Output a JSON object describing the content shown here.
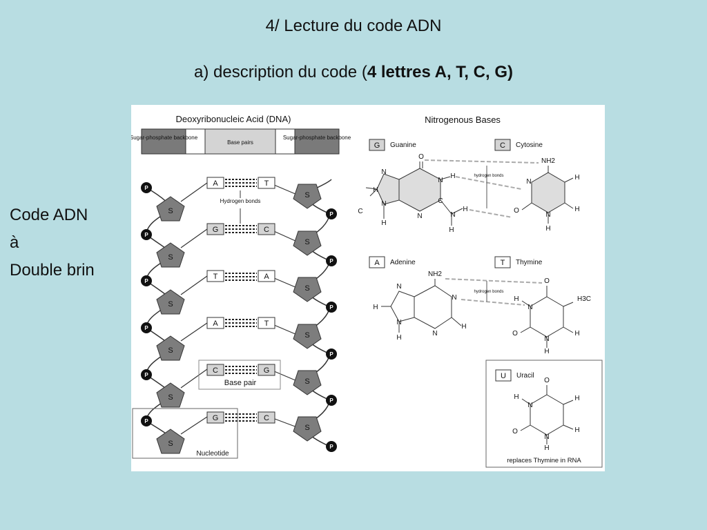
{
  "slide": {
    "title": "4/ Lecture du code ADN",
    "subtitle_plain": "a) description du code  (",
    "subtitle_bold": "4 lettres A, T, C, G)",
    "side_lines": [
      "Code ADN",
      "à",
      "Double brin"
    ]
  },
  "figure": {
    "dna_title": "Deoxyribonucleic Acid (DNA)",
    "bar": {
      "left": "Sugar-phosphate backbone",
      "center": "Base pairs",
      "right": "Sugar-phosphate backbone"
    },
    "strand": {
      "sugar_label": "S",
      "phosphate_label": "P",
      "pairs": [
        {
          "left": "A",
          "right": "T"
        },
        {
          "left": "G",
          "right": "C"
        },
        {
          "left": "T",
          "right": "A"
        },
        {
          "left": "A",
          "right": "T"
        },
        {
          "left": "C",
          "right": "G"
        },
        {
          "left": "G",
          "right": "C"
        }
      ],
      "hydrogen_bonds_label": "Hydrogen bonds",
      "base_pair_label": "Base pair",
      "nucleotide_label": "Nucleotide"
    },
    "bases_title": "Nitrogenous Bases",
    "bases": {
      "guanine": {
        "letter": "G",
        "name": "Guanine"
      },
      "cytosine": {
        "letter": "C",
        "name": "Cytosine"
      },
      "adenine": {
        "letter": "A",
        "name": "Adenine"
      },
      "thymine": {
        "letter": "T",
        "name": "Thymine"
      },
      "uracil": {
        "letter": "U",
        "name": "Uracil"
      }
    },
    "hydrogen_bonds_small": "hydrogen bonds",
    "uracil_note": "replaces Thymine in RNA",
    "atoms": {
      "N": "N",
      "H": "H",
      "C": "C",
      "O": "O",
      "NH2": "NH2",
      "H3C": "H3C"
    }
  },
  "colors": {
    "background": "#b8dde2",
    "sugar": "#7d7d7d",
    "bar_fill": "#d4d4d4",
    "bar_dark": "#7a7a7a",
    "ring_fill": "#dddddd"
  }
}
